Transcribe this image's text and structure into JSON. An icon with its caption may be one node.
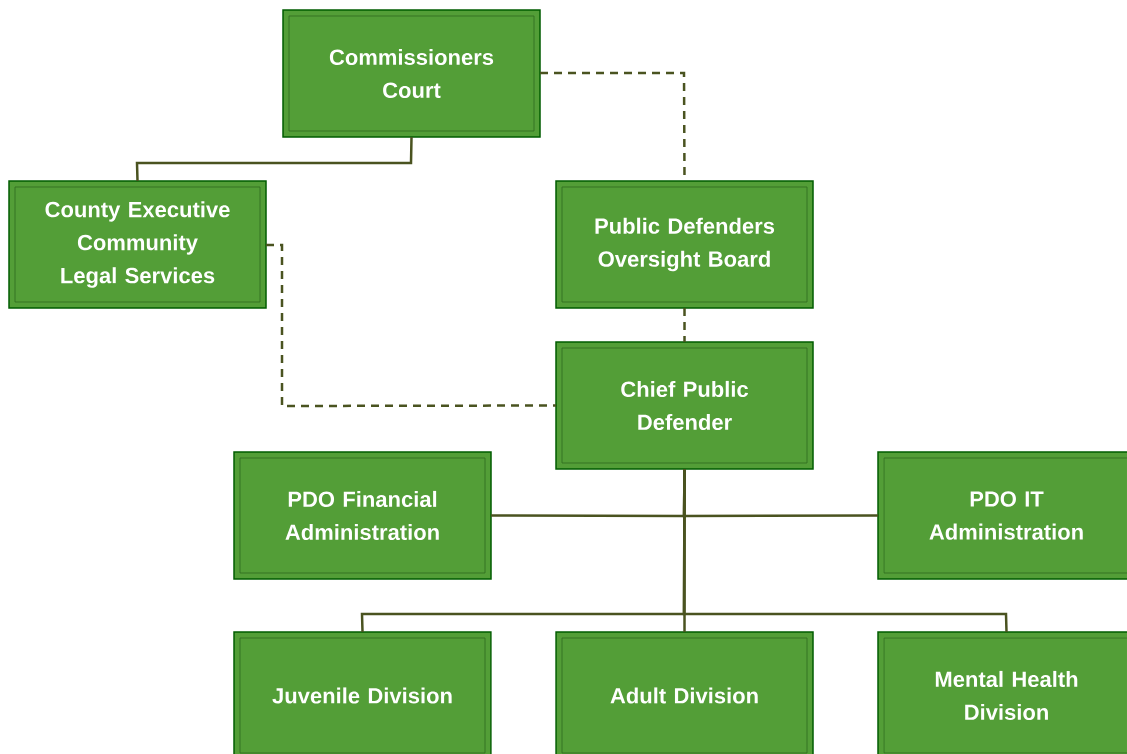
{
  "diagram": {
    "nodes": [
      {
        "text": [
          "Commissioners Court"
        ]
      },
      {
        "text": [
          "County Executive Community Legal Services"
        ]
      },
      {
        "text": [
          "Public Defenders Oversight Board"
        ]
      },
      {
        "text": [
          "Chief Public Defender"
        ]
      },
      {
        "text": [
          "PDO Financial Administration"
        ]
      },
      {
        "text": [
          "PDO IT Administration"
        ]
      },
      {
        "text": [
          "Juvenile Division"
        ]
      },
      {
        "text": [
          "Adult Division"
        ]
      },
      {
        "text": [
          "Mental Health Division"
        ]
      }
    ],
    "edges": [
      {
        "from": 0,
        "to": 1,
        "arrow": "none"
      },
      {
        "from": 0,
        "to": 2,
        "arrow": "none",
        "style": "dashed"
      },
      {
        "from": 1,
        "to": 3,
        "arrow": "none",
        "style": "dashed"
      },
      {
        "from": 2,
        "to": 3,
        "arrow": "none",
        "style": "dashed"
      },
      {
        "from": 3,
        "to": 4,
        "arrow": "none"
      },
      {
        "from": 3,
        "to": 5,
        "arrow": "none"
      },
      {
        "from": 3,
        "to": 6,
        "arrow": "none"
      },
      {
        "from": 3,
        "to": 7,
        "arrow": "none"
      },
      {
        "from": 3,
        "to": 8,
        "arrow": "none"
      }
    ]
  }
}
